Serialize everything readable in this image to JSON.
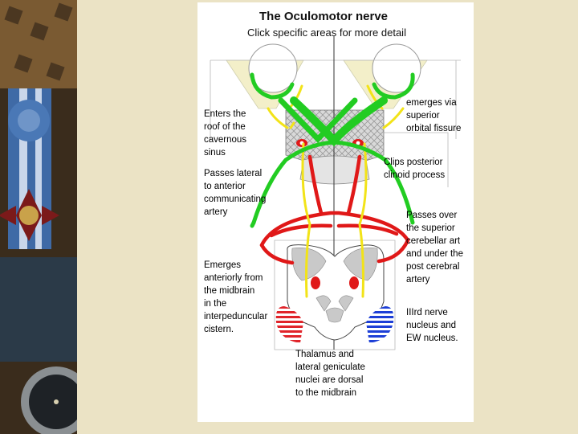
{
  "diagram": {
    "title": "The Oculomotor nerve",
    "subtitle": "Click specific areas for more detail",
    "labels": {
      "cavernous": "Enters the\nroof of the\ncavernous\nsinus",
      "orbital": "emerges via\nsuperior\norbital fissure",
      "clinoid": "Clips posterior\nclinoid process",
      "lateral": "Passes lateral\nto anterior\ncommunicating\nartery",
      "cerebellar": "Passes over\nthe superior\ncerebellar art\nand under the\npost cerebral\nartery",
      "emerges": "Emerges\nanteriorly from\nthe midbrain\nin the\ninterpeduncular\ncistern.",
      "nucleus": "IIIrd nerve\nnucleus and\nEW nucleus.",
      "thalamus": "Thalamus and\nlateral geniculate\nnuclei are dorsal\nto the midbrain"
    }
  },
  "colors": {
    "nerve": "#22cc22",
    "artery": "#e01818",
    "tract": "#f2e318",
    "nucleus_left": "#e0242a",
    "nucleus_right": "#1d3fd6"
  }
}
